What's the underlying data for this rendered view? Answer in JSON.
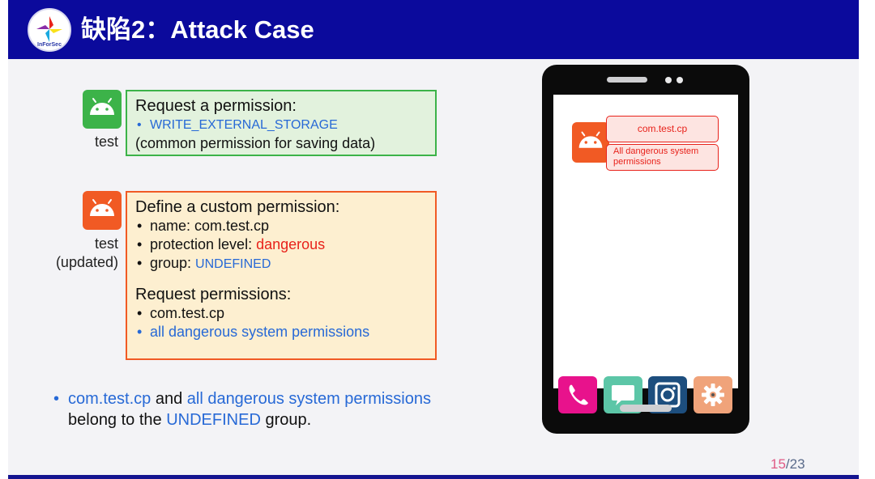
{
  "slide": {
    "title": "缺陷2：Attack Case",
    "logo_text": "InForSec"
  },
  "apps": {
    "test_label": "test",
    "updated_label_line1": "test",
    "updated_label_line2": "(updated)"
  },
  "green_box": {
    "heading": "Request a permission:",
    "item": "WRITE_EXTERNAL_STORAGE",
    "note": "(common permission for saving data)"
  },
  "orange_box": {
    "heading1": "Define a custom permission:",
    "name_label": "name: ",
    "name_value": "com.test.cp",
    "protection_label": "protection level: ",
    "protection_value": "dangerous",
    "group_label": "group: ",
    "group_value": "UNDEFINED",
    "heading2": "Request permissions:",
    "req1": "com.test.cp",
    "req2": "all dangerous system permissions"
  },
  "note": {
    "part1": "com.test.cp",
    "part2": " and ",
    "part3": "all dangerous system permissions",
    "part4": "belong to the ",
    "part5": "UNDEFINED",
    "part6": " group."
  },
  "phone": {
    "popup1": "com.test.cp",
    "popup2_line1": "All dangerous system",
    "popup2_line2": "permissions",
    "dock": [
      "phone-app-icon",
      "messages-app-icon",
      "instagram-app-icon",
      "settings-app-icon"
    ]
  },
  "page": {
    "current": "15",
    "sep_total": "/23"
  },
  "colors": {
    "header": "#0b0a9c",
    "green_app": "#3cb349",
    "orange_app": "#f15a24",
    "blue_text": "#2769d6",
    "red_text": "#e8221b"
  }
}
